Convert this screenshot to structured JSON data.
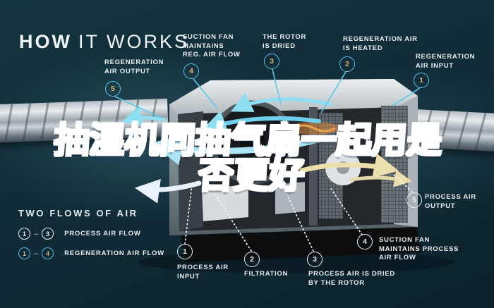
{
  "header": {
    "title_bold": "HOW",
    "title_light": "IT WORKS"
  },
  "overlay": {
    "line1": "抽湿机同抽气扇一起用是",
    "line2": "否更好"
  },
  "regeneration_callouts": [
    {
      "num": "1",
      "label": "REGENERATION\nAIR INPUT"
    },
    {
      "num": "2",
      "label": "REGENERATION AIR\nIS HEATED"
    },
    {
      "num": "3",
      "label": "THE ROTOR\nIS DRIED"
    },
    {
      "num": "4",
      "label": "SUCTION FAN\nMAINTAINS\nREG. AIR FLOW"
    },
    {
      "num": "5",
      "label": "REGENERATION\nAIR OUTPUT"
    }
  ],
  "process_callouts": [
    {
      "num": "1",
      "label": "PROCESS AIR\nINPUT"
    },
    {
      "num": "2",
      "label": "FILTRATION"
    },
    {
      "num": "3",
      "label": "PROCESS AIR IS DRIED\nBY THE ROTOR"
    },
    {
      "num": "4",
      "label": "SUCTION FAN\nMAINTAINS PROCESS\nAIR FLOW"
    },
    {
      "num": "5",
      "label": "PROCESS AIR\nOUTPUT"
    }
  ],
  "legend": {
    "heading": "TWO FLOWS OF AIR",
    "rows": [
      {
        "from": "1",
        "dash": "–",
        "to": "3",
        "label": "PROCESS AIR FLOW"
      },
      {
        "from": "1",
        "dash": "–",
        "to": "4",
        "label": "REGENERATION AIR FLOW"
      }
    ]
  },
  "colors": {
    "background": "#0f2a36",
    "accent_cyan": "#6fd0ec",
    "badge_gold": "#d8b26a",
    "label_text": "#e8edf0",
    "overlay_blue": "#2f81d6",
    "process_arrow_cream": "#ead9a8",
    "arrow_white": "#e9f2fa"
  }
}
